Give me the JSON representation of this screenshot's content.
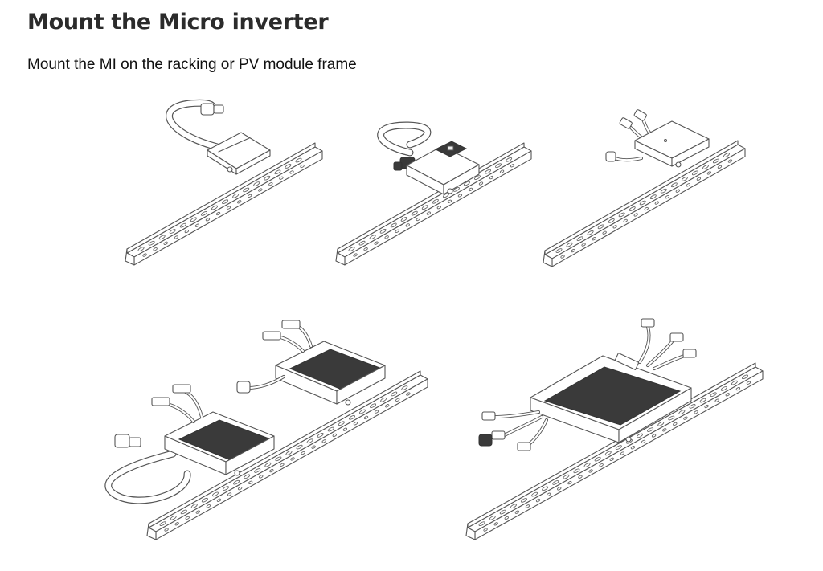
{
  "page": {
    "title": "Mount the Micro inverter",
    "subtitle": "Mount the MI on the racking or PV module frame"
  },
  "figures": [
    {
      "id": "fig-1",
      "icon": "micro-inverter-single-small-with-trunk-cable"
    },
    {
      "id": "fig-2",
      "icon": "micro-inverter-single-with-label"
    },
    {
      "id": "fig-3",
      "icon": "micro-inverter-single-flat-dual-input"
    },
    {
      "id": "fig-4",
      "icon": "micro-inverter-pair-on-rail"
    },
    {
      "id": "fig-5",
      "icon": "micro-inverter-large-quad-input"
    }
  ],
  "colors": {
    "line": "#555555",
    "dark_panel": "#3a3a3a",
    "background": "#ffffff"
  }
}
